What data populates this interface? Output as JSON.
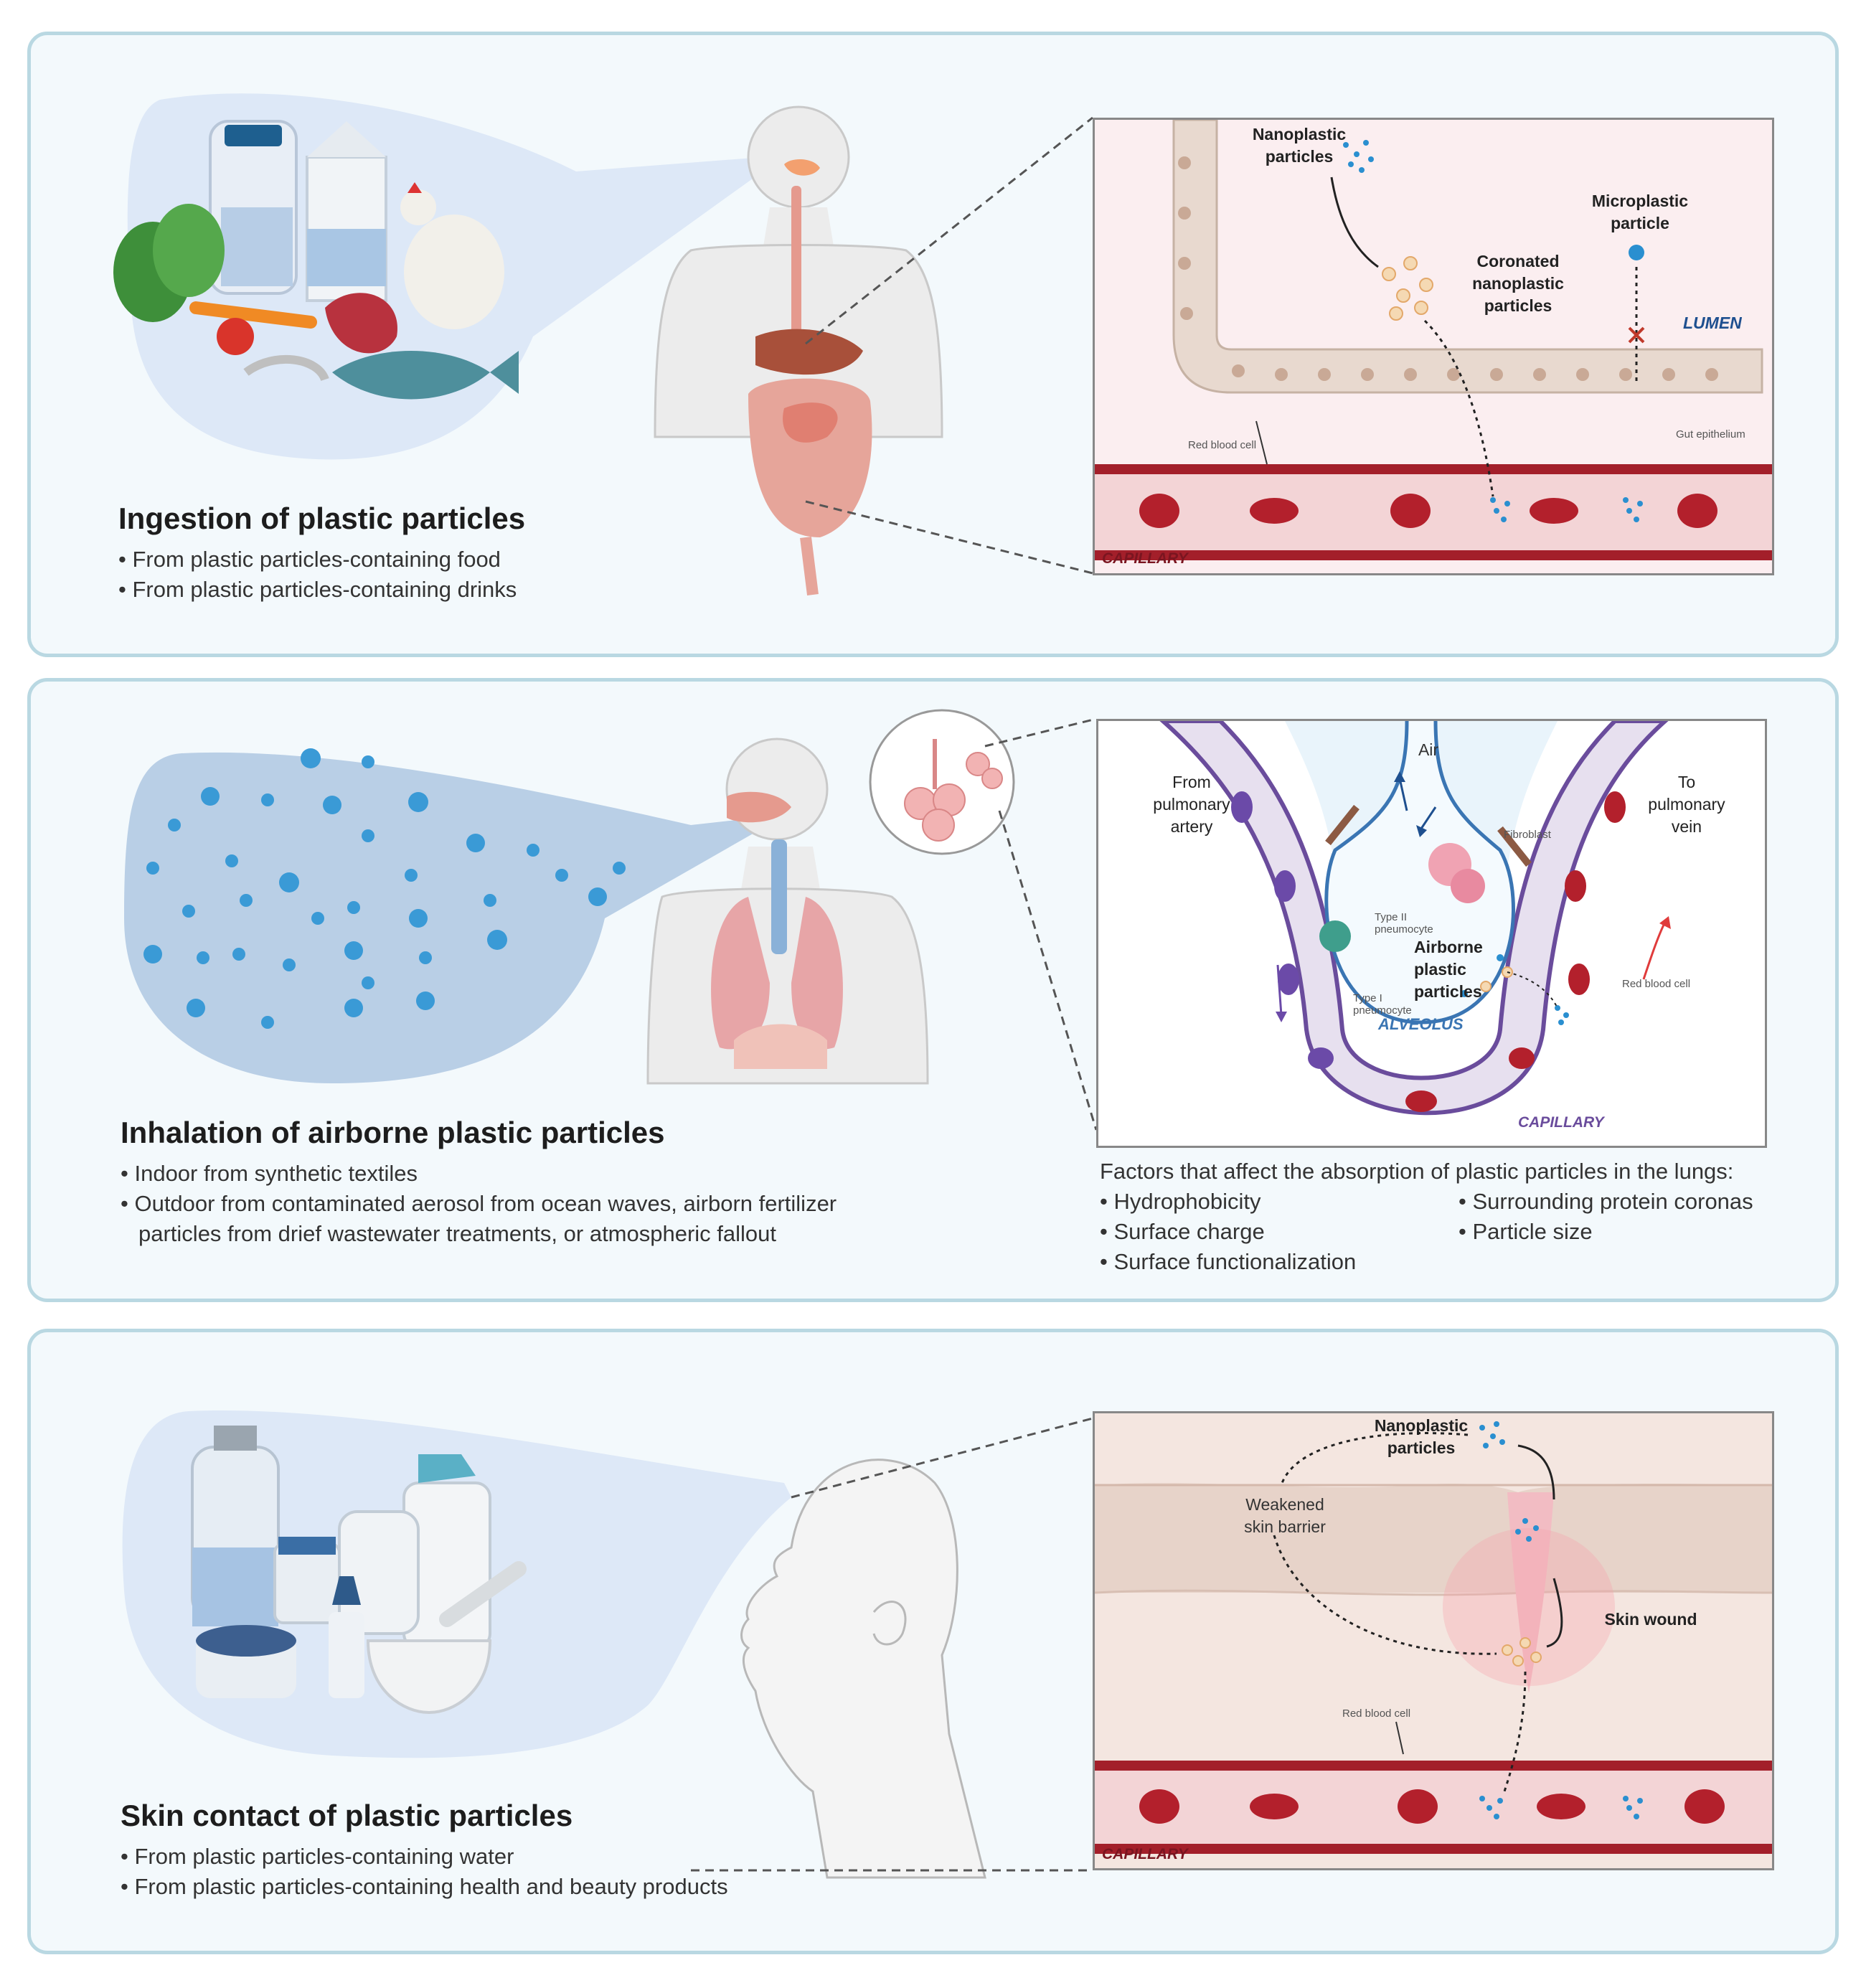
{
  "panels": {
    "ingestion": {
      "title": "Ingestion of plastic particles",
      "bullets": [
        "From plastic particles-containing food",
        "From plastic particles-containing drinks"
      ],
      "inset": {
        "nanoplastic": "Nanoplastic\nparticles",
        "coronated": "Coronated\nnanoplastic\nparticles",
        "microplastic": "Microplastic\nparticle",
        "lumen": "LUMEN",
        "gut_epithelium": "Gut epithelium",
        "red_blood_cell": "Red blood cell",
        "capillary": "CAPILLARY"
      }
    },
    "inhalation": {
      "title": "Inhalation of airborne plastic particles",
      "bullet1": "Indoor from synthetic textiles",
      "bullet2_line1": "Outdoor from contaminated aerosol from ocean waves, airborn fertilizer",
      "bullet2_line2": "particles from drief wastewater treatments, or atmospheric fallout",
      "inset": {
        "air": "Air",
        "from_artery": "From\npulmonary\nartery",
        "to_vein": "To\npulmonary\nvein",
        "fibroblast": "Fibroblast",
        "type2": "Type II\npneumocyte",
        "type1": "Type I\npneumocyte",
        "airborne": "Airborne\nplastic\nparticles",
        "alveolus": "ALVEOLUS",
        "red_blood_cell": "Red blood cell",
        "capillary": "CAPILLARY"
      },
      "factors_title": "Factors that affect the absorption of plastic particles in the lungs:",
      "factors_left": [
        "Hydrophobicity",
        "Surface charge",
        "Surface functionalization"
      ],
      "factors_right": [
        "Surrounding protein coronas",
        "Particle size"
      ]
    },
    "skin": {
      "title": "Skin contact of plastic particles",
      "bullets": [
        "From plastic particles-containing water",
        "From plastic particles-containing health and beauty products"
      ],
      "inset": {
        "nanoplastic": "Nanoplastic\nparticles",
        "weakened": "Weakened\nskin barrier",
        "wound": "Skin wound",
        "red_blood_cell": "Red blood cell",
        "capillary": "CAPILLARY"
      }
    }
  },
  "colors": {
    "panel_border": "#b9d8e2",
    "panel_bg": "#f3f9fc",
    "particle_blue": "#2a8fd0",
    "capillary_red": "#a31f2a",
    "vein_purple": "#6a4c9c",
    "lumen_blue": "#1e4f8f"
  }
}
